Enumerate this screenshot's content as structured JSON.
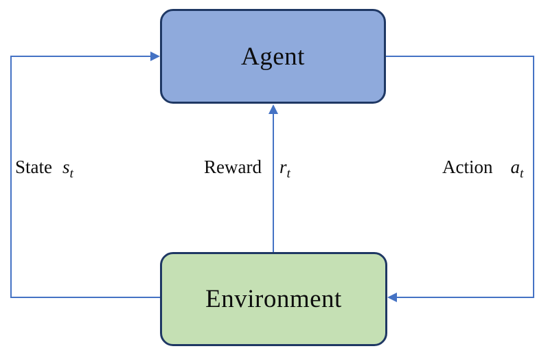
{
  "diagram": {
    "type": "flow-diagram",
    "topic": "reinforcement-learning-loop",
    "nodes": {
      "agent": {
        "label": "Agent",
        "fill": "#8FAADC",
        "border": "#1F3864"
      },
      "environment": {
        "label": "Environment",
        "fill": "#C5E0B4",
        "border": "#1F3864"
      }
    },
    "edges": [
      {
        "id": "state",
        "label": "State",
        "symbol": "s",
        "subscript": "t",
        "from": "Environment",
        "to": "Agent"
      },
      {
        "id": "reward",
        "label": "Reward",
        "symbol": "r",
        "subscript": "t",
        "from": "Environment",
        "to": "Agent"
      },
      {
        "id": "action",
        "label": "Action",
        "symbol": "a",
        "subscript": "t",
        "from": "Agent",
        "to": "Environment"
      }
    ],
    "colors": {
      "arrow": "#4472C4",
      "node_border": "#1F3864",
      "agent_fill": "#8FAADC",
      "environment_fill": "#C5E0B4",
      "text": "#0D0D0D",
      "background": "#FFFFFF"
    }
  }
}
